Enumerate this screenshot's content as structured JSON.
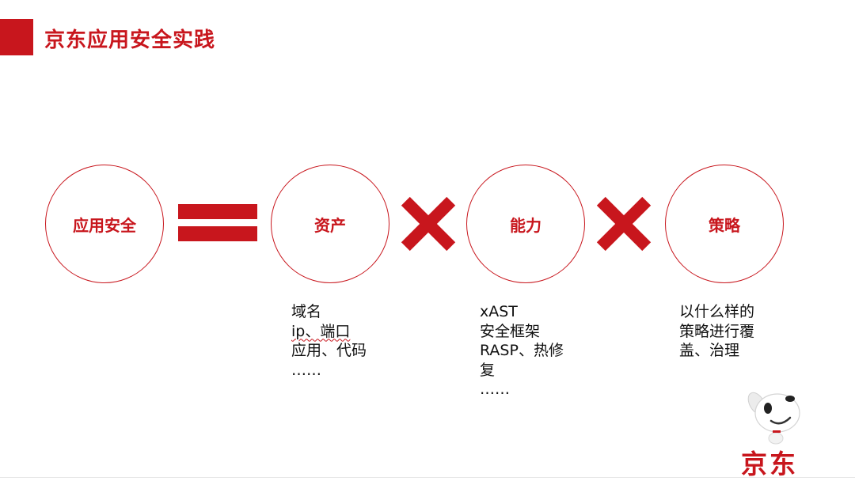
{
  "slide": {
    "title": "京东应用安全实践"
  },
  "equation": {
    "lhs": "应用安全",
    "terms": [
      {
        "label": "资产",
        "details": [
          "域名",
          "ip、端口",
          "应用、代码",
          "……"
        ]
      },
      {
        "label": "能力",
        "details": [
          "xAST",
          "安全框架",
          "RASP、热修",
          "复",
          "……"
        ]
      },
      {
        "label": "策略",
        "details": [
          "以什么样的",
          "策略进行覆",
          "盖、治理"
        ]
      }
    ],
    "operators": [
      "equals-sign",
      "multiply-sign",
      "multiply-sign"
    ]
  },
  "branding": {
    "logo_text": "京东",
    "mascot_icon": "jd-dog-mascot-icon"
  },
  "colors": {
    "accent": "#c8161d",
    "text": "#111111",
    "background": "#ffffff"
  }
}
